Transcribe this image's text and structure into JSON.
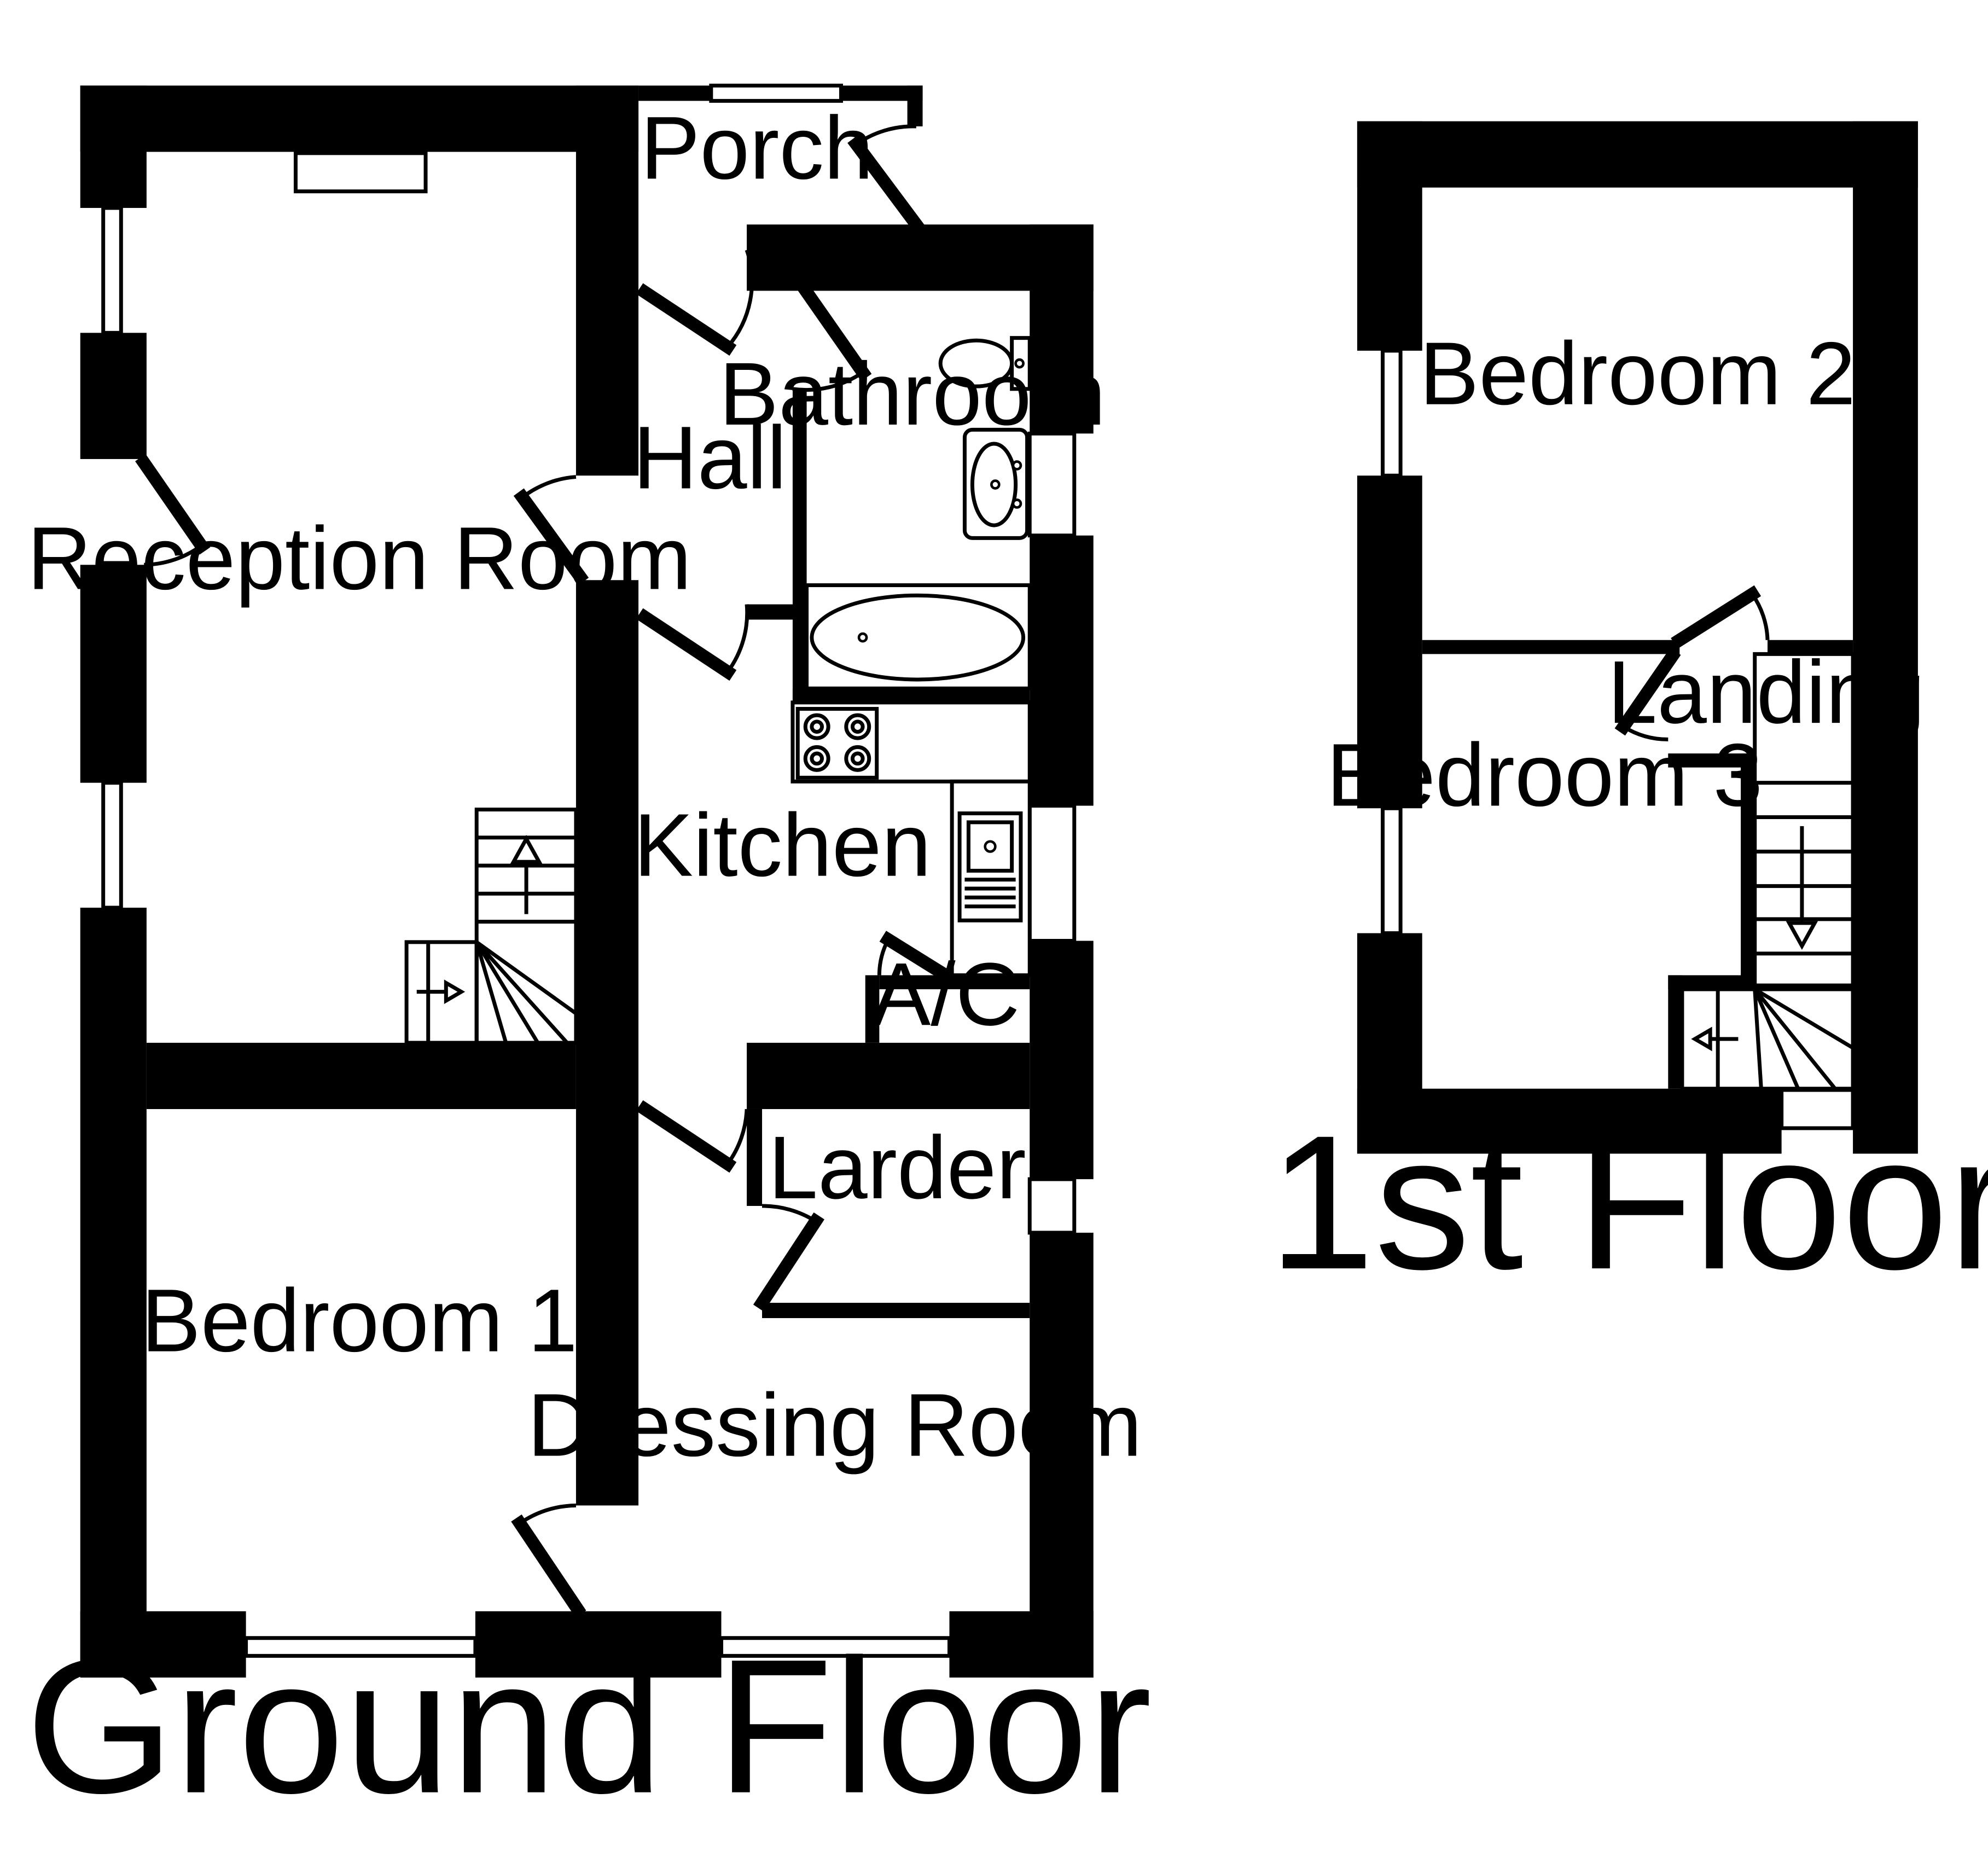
{
  "floors": [
    {
      "title": "Ground Floor",
      "rooms": [
        {
          "name": "Porch"
        },
        {
          "name": "Hall"
        },
        {
          "name": "Bathroom"
        },
        {
          "name": "Reception Room"
        },
        {
          "name": "Kitchen"
        },
        {
          "name": "A/C"
        },
        {
          "name": "Larder"
        },
        {
          "name": "Bedroom 1"
        },
        {
          "name": "Dressing Room"
        }
      ]
    },
    {
      "title": "1st Floor",
      "rooms": [
        {
          "name": "Bedroom 2"
        },
        {
          "name": "Landing"
        },
        {
          "name": "Bedroom 3"
        }
      ]
    }
  ]
}
